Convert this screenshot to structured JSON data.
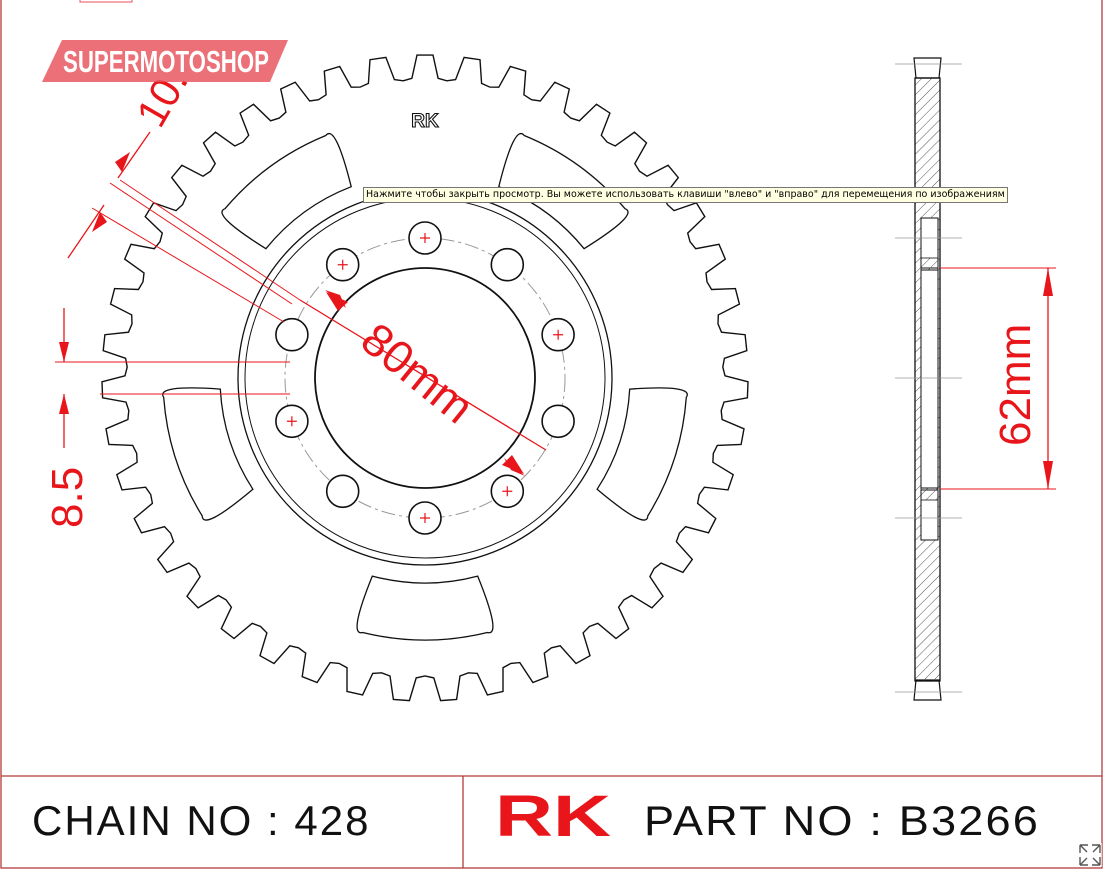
{
  "watermark": {
    "text": "SUPERMOTOSHOP"
  },
  "drawing": {
    "logo_top": "RK",
    "dimensions": {
      "pitch_circle": "80mm",
      "center_bore": "62mm",
      "bolt_hole": "8.5",
      "thickness_partial": "10."
    },
    "bolt_hole_count": 10,
    "tooth_count": 43
  },
  "tooltip": {
    "text": "Нажмите чтобы закрыть просмотр. Вы можете использовать клавиши \"влево\" и \"вправо\" для перемещения по изображениям"
  },
  "title_block": {
    "chain": "CHAIN NO : 428",
    "brand": "RK",
    "part": "PART NO :  B3266"
  },
  "colors": {
    "dimension": "#e8161b",
    "outline": "#000000",
    "watermark": "#e8505a"
  },
  "icons": {
    "expand": "expand-arrows-icon"
  }
}
